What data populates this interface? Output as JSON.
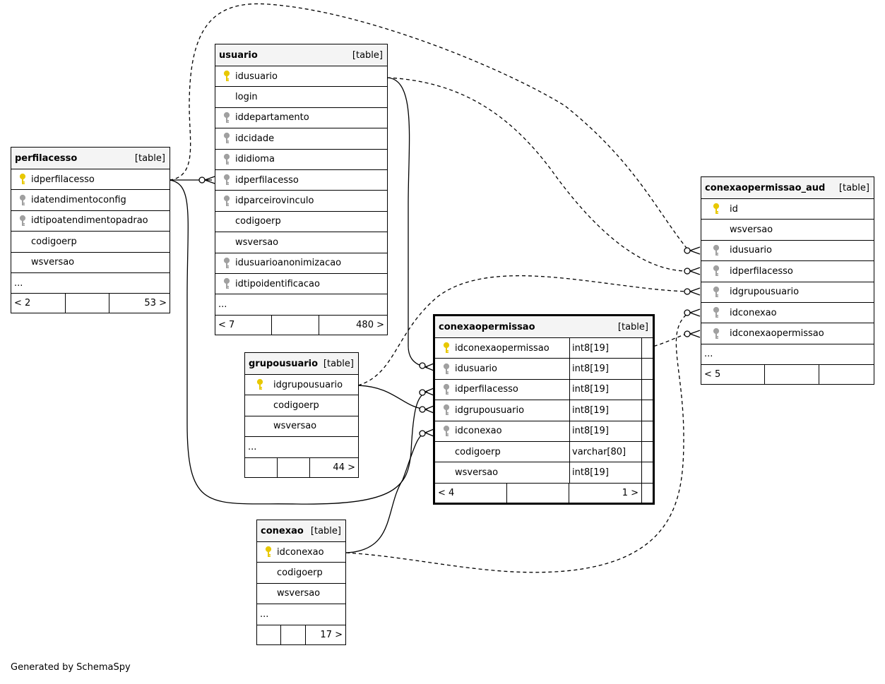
{
  "footer": "Generated by SchemaSpy",
  "tables": {
    "perfilacesso": {
      "name": "perfilacesso",
      "tag": "[table]",
      "columns": [
        "idperfilacesso",
        "idatendimentoconfig",
        "idtipoatendimentopadrao",
        "codigoerp",
        "wsversao"
      ],
      "more": "...",
      "foot_left": "< 2",
      "foot_right": "53 >"
    },
    "usuario": {
      "name": "usuario",
      "tag": "[table]",
      "columns": [
        "idusuario",
        "login",
        "iddepartamento",
        "idcidade",
        "ididioma",
        "idperfilacesso",
        "idparceirovinculo",
        "codigoerp",
        "wsversao",
        "idusuarioanonimizacao",
        "idtipoidentificacao"
      ],
      "more": "...",
      "foot_left": "< 7",
      "foot_right": "480 >"
    },
    "grupousuario": {
      "name": "grupousuario",
      "tag": "[table]",
      "columns": [
        "idgrupousuario",
        "codigoerp",
        "wsversao"
      ],
      "more": "...",
      "foot_left": "",
      "foot_right": "44 >"
    },
    "conexao": {
      "name": "conexao",
      "tag": "[table]",
      "columns": [
        "idconexao",
        "codigoerp",
        "wsversao"
      ],
      "more": "...",
      "foot_left": "",
      "foot_right": "17 >"
    },
    "conexaopermissao": {
      "name": "conexaopermissao",
      "tag": "[table]",
      "columns": [
        "idconexaopermissao",
        "idusuario",
        "idperfilacesso",
        "idgrupousuario",
        "idconexao",
        "codigoerp",
        "wsversao"
      ],
      "types": [
        "int8[19]",
        "int8[19]",
        "int8[19]",
        "int8[19]",
        "int8[19]",
        "varchar[80]",
        "int8[19]"
      ],
      "foot_left": "< 4",
      "foot_right": "1 >"
    },
    "conexaopermissao_aud": {
      "name": "conexaopermissao_aud",
      "tag": "[table]",
      "columns": [
        "id",
        "wsversao",
        "idusuario",
        "idperfilacesso",
        "idgrupousuario",
        "idconexao",
        "idconexaopermissao"
      ],
      "more": "...",
      "foot_left": "< 5",
      "foot_right": ""
    }
  },
  "colors": {
    "primary_key": "#e8c800",
    "foreign_key": "#a0a0a0",
    "header_bg": "#f4f4f4"
  },
  "icons": {
    "primary_key": "key-icon",
    "foreign_key": "foreign-key-icon"
  }
}
